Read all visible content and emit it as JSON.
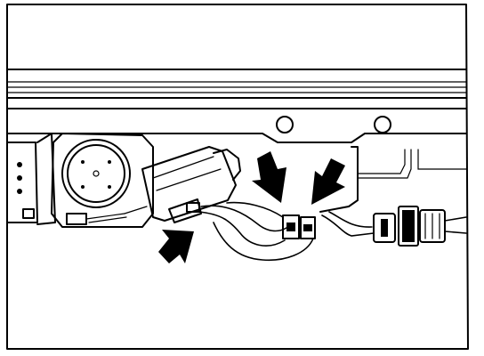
{
  "figure": {
    "colors": {
      "ink": "#000000",
      "paper": "#ffffff"
    },
    "arrows": [
      {
        "name": "callout-arrow-left",
        "direction": "down-right"
      },
      {
        "name": "callout-arrow-right",
        "direction": "down-left"
      },
      {
        "name": "callout-arrow-bottom",
        "direction": "up-right"
      }
    ]
  }
}
